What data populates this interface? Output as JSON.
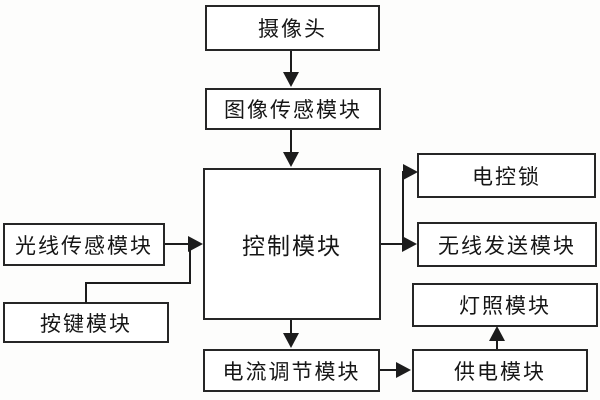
{
  "diagram": {
    "title": "camera-door-control-block-diagram",
    "background_color": "#fdfdfc",
    "line_color": "#1c1c1c",
    "box_border_color": "#262626",
    "nodes": [
      {
        "id": "camera",
        "label": "摄像头"
      },
      {
        "id": "image-sensor",
        "label": "图像传感模块"
      },
      {
        "id": "control",
        "label": "控制模块"
      },
      {
        "id": "light-sensor",
        "label": "光线传感模块"
      },
      {
        "id": "key-button",
        "label": "按键模块"
      },
      {
        "id": "electric-lock",
        "label": "电控锁"
      },
      {
        "id": "wireless-transmit",
        "label": "无线发送模块"
      },
      {
        "id": "lighting",
        "label": "灯照模块"
      },
      {
        "id": "power-supply",
        "label": "供电模块"
      },
      {
        "id": "current-regulation",
        "label": "电流调节模块"
      }
    ],
    "edges": [
      {
        "from": "camera",
        "to": "image-sensor",
        "style": "arrow-down"
      },
      {
        "from": "image-sensor",
        "to": "control",
        "style": "arrow-down"
      },
      {
        "from": "light-sensor",
        "to": "control",
        "style": "arrow-right"
      },
      {
        "from": "key-button",
        "to": "control",
        "style": "elbow-joins-light-sensor-arrow"
      },
      {
        "from": "control",
        "to": "electric-lock",
        "style": "elbow-up-arrow-right"
      },
      {
        "from": "control",
        "to": "wireless-transmit",
        "style": "arrow-right"
      },
      {
        "from": "control",
        "to": "current-regulation",
        "style": "arrow-down"
      },
      {
        "from": "current-regulation",
        "to": "power-supply",
        "style": "arrow-right"
      },
      {
        "from": "power-supply",
        "to": "lighting",
        "style": "arrow-up"
      }
    ]
  }
}
